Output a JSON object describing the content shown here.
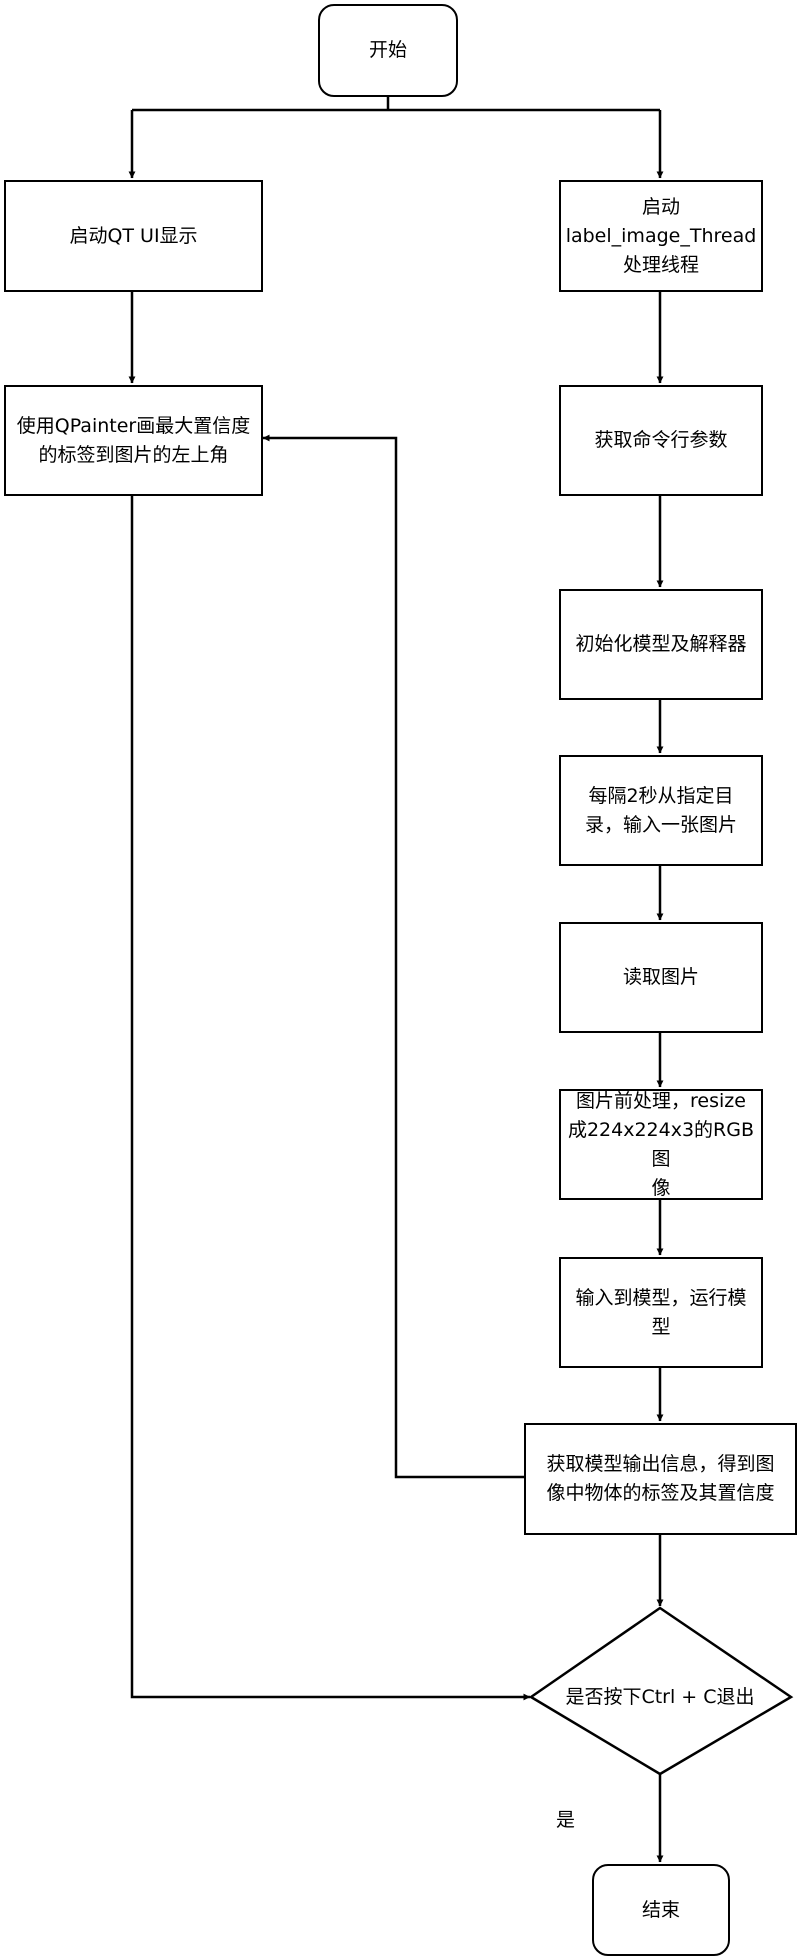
{
  "nodes": {
    "start": "开始",
    "qt_ui": "启动QT UI显示",
    "start_thread": "启动\nlabel_image_Thread\n处理线程",
    "draw_label": "使用QPainter画最大置信度\n的标签到图片的左上角",
    "get_args": "获取命令行参数",
    "init_model": "初始化模型及解释器",
    "input_image": "每隔2秒从指定目\n录，输入一张图片",
    "read_image": "读取图片",
    "preprocess": "图片前处理，resize\n成224x224x3的RGB图\n像",
    "run_model": "输入到模型，运行模\n型",
    "get_output": "获取模型输出信息，得到图\n像中物体的标签及其置信度",
    "decision": "是否按下Ctrl + C退出",
    "end": "结束"
  },
  "edge_labels": {
    "yes": "是"
  }
}
